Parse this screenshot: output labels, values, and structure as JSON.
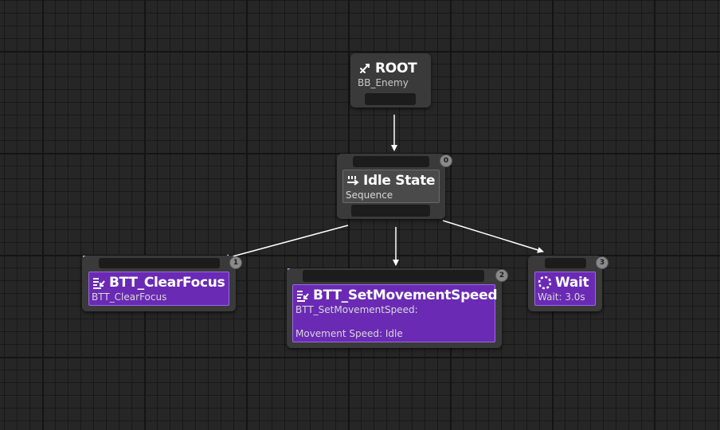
{
  "graph": {
    "root": {
      "title": "ROOT",
      "blackboard": "BB_Enemy"
    },
    "sequence": {
      "title": "Idle State",
      "type": "Sequence",
      "index": "0"
    },
    "tasks": [
      {
        "title": "BTT_ClearFocus",
        "desc": "BTT_ClearFocus",
        "desc2": "",
        "index": "1"
      },
      {
        "title": "BTT_SetMovementSpeed",
        "desc": "BTT_SetMovementSpeed:",
        "desc2": "Movement Speed: Idle",
        "index": "2"
      },
      {
        "title": "Wait",
        "desc": "Wait: 3.0s",
        "desc2": "",
        "index": "3"
      }
    ]
  },
  "icons": {
    "root": "branch-icon",
    "sequence": "sequence-arrows-icon",
    "task": "task-list-icon",
    "wait": "wait-dotted-circle-icon",
    "breakpoint": "breakpoint-flag-icon"
  },
  "colors": {
    "background": "#262626",
    "node": "#3a3a3a",
    "task_purple": "#6a2ab4",
    "wire": "#ffffff"
  }
}
